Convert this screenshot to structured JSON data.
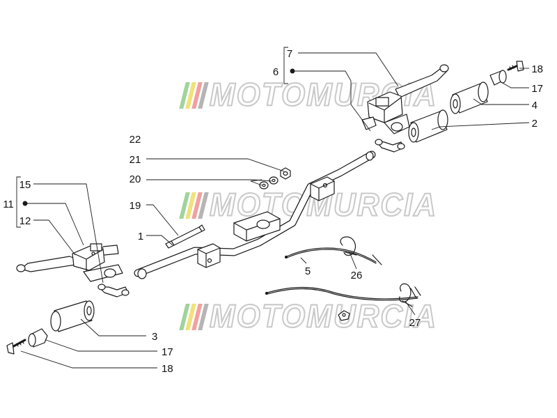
{
  "watermark": {
    "text": "MOTOMURCIA",
    "bar_colors": [
      "#9fd49a",
      "#f2e07a",
      "#f1a0a0",
      "#b5b5b5"
    ],
    "stroke_color": "#c9c9c9"
  },
  "callouts": {
    "c1": "1",
    "c2": "2",
    "c3": "3",
    "c4": "4",
    "c5": "5",
    "c6": "6",
    "c7": "7",
    "c11": "11",
    "c12": "12",
    "c15": "15",
    "c17a": "17",
    "c17b": "17",
    "c18a": "18",
    "c18b": "18",
    "c19": "19",
    "c20": "20",
    "c21": "21",
    "c22": "22",
    "c26": "26",
    "c27": "27"
  },
  "colors": {
    "line": "#1a1a1a",
    "part_fill": "#ffffff"
  }
}
